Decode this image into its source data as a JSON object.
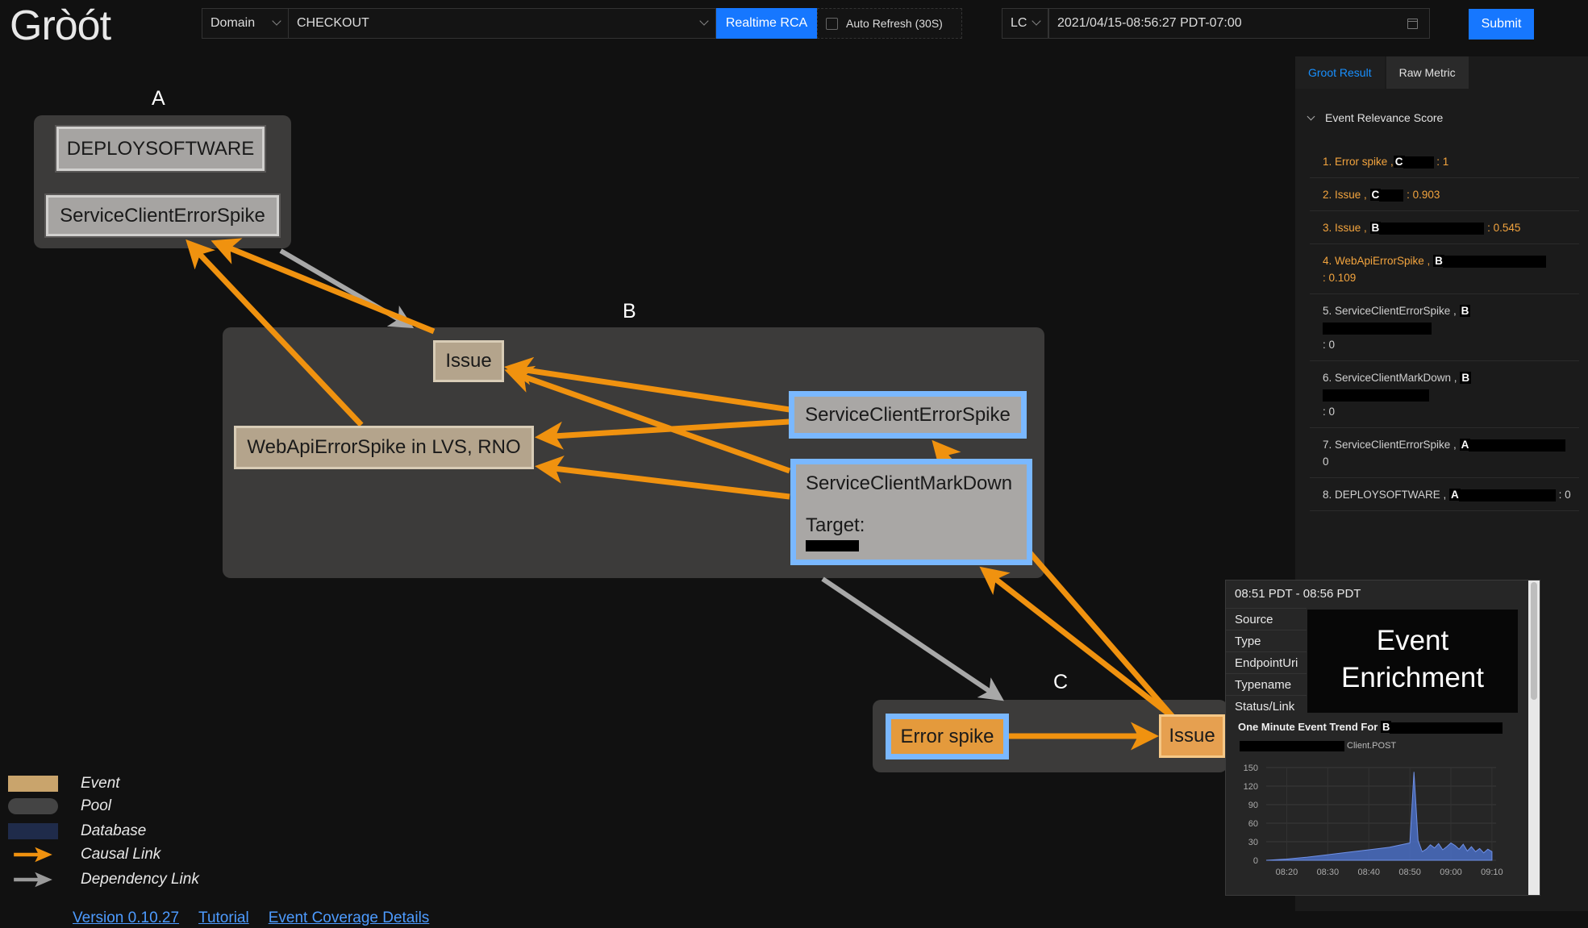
{
  "app": {
    "logo": "Gròót"
  },
  "toolbar": {
    "domain_label": "Domain",
    "domain_value": "CHECKOUT",
    "rca_button": "Realtime RCA",
    "auto_refresh_label": "Auto Refresh (30S)",
    "dc_value": "LC",
    "datetime_value": "2021/04/15-08:56:27 PDT-07:00",
    "submit_button": "Submit"
  },
  "graph": {
    "pools": [
      {
        "label": "A"
      },
      {
        "label": "B"
      },
      {
        "label": "C"
      }
    ],
    "nodes": {
      "deploy": "DEPLOYSOFTWARE",
      "sce_a": "ServiceClientErrorSpike",
      "issue_b": "Issue",
      "webapi": "WebApiErrorSpike in LVS, RNO",
      "sce_b": "ServiceClientErrorSpike",
      "markdown": "ServiceClientMarkDown",
      "markdown_target": "Target:",
      "error_spike": "Error spike",
      "issue_c": "Issue"
    },
    "colors": {
      "causal": "#f0920f",
      "dependency": "#a8a8a8",
      "highlight": "#7ab8ff"
    }
  },
  "panel": {
    "tabs": [
      "Groot Result",
      "Raw Metric"
    ],
    "section_title": "Event Relevance Score",
    "scores": [
      {
        "prefix": "1. Error spike ,",
        "pool": "C",
        "suffix": ": 1"
      },
      {
        "prefix": "2. Issue ,",
        "pool": "C",
        "suffix": ": 0.903"
      },
      {
        "prefix": "3. Issue ,",
        "pool": "B",
        "suffix": ": 0.545"
      },
      {
        "prefix": "4. WebApiErrorSpike ,",
        "pool": "B",
        "suffix": ": 0.109"
      },
      {
        "prefix": "5. ServiceClientErrorSpike ,",
        "pool": "B",
        "suffix": ": 0"
      },
      {
        "prefix": "6. ServiceClientMarkDown ,",
        "pool": "B",
        "suffix": ": 0"
      },
      {
        "prefix": "7. ServiceClientErrorSpike ,",
        "pool": "A",
        "suffix": "0"
      },
      {
        "prefix": "8. DEPLOYSOFTWARE ,",
        "pool": "A",
        "suffix": ": 0"
      }
    ]
  },
  "popup": {
    "time_range": "08:51 PDT - 08:56 PDT",
    "fields": [
      "Source",
      "Type",
      "EndpointUri",
      "Typename",
      "Status/Link"
    ],
    "enrichment_line1": "Event",
    "enrichment_line2": "Enrichment",
    "trend_title": "One Minute Event Trend For",
    "trend_pool": "B",
    "trend_sub": "Client.POST"
  },
  "chart_data": {
    "type": "area",
    "x_ticks": [
      "08:20",
      "08:30",
      "08:40",
      "08:50",
      "09:00",
      "09:10"
    ],
    "y_ticks": [
      0,
      30,
      60,
      90,
      120,
      150
    ],
    "ylim": [
      0,
      150
    ],
    "series": [
      {
        "x": [
          "08:15",
          "08:20",
          "08:25",
          "08:30",
          "08:35",
          "08:40",
          "08:45",
          "08:50",
          "08:51",
          "08:52",
          "08:53",
          "08:54",
          "08:55",
          "08:56",
          "08:57",
          "08:58",
          "08:59",
          "09:00",
          "09:01",
          "09:02",
          "09:03",
          "09:04",
          "09:05",
          "09:06",
          "09:07",
          "09:08",
          "09:09",
          "09:10"
        ],
        "values": [
          0,
          2,
          5,
          9,
          13,
          17,
          21,
          28,
          143,
          32,
          14,
          18,
          25,
          20,
          27,
          17,
          22,
          28,
          24,
          18,
          26,
          15,
          22,
          14,
          19,
          12,
          18,
          14
        ]
      }
    ],
    "color": "#4a6ec4"
  },
  "legend": [
    {
      "label": "Event",
      "color": "#c9a46c"
    },
    {
      "label": "Pool",
      "color": "#444444"
    },
    {
      "label": "Database",
      "color": "#1f2b4a"
    },
    {
      "label": "Causal Link",
      "color": "#f0920f"
    },
    {
      "label": "Dependency Link",
      "color": "#9a9a9a"
    }
  ],
  "footer_links": [
    "Version 0.10.27",
    "Tutorial",
    "Event Coverage Details"
  ]
}
